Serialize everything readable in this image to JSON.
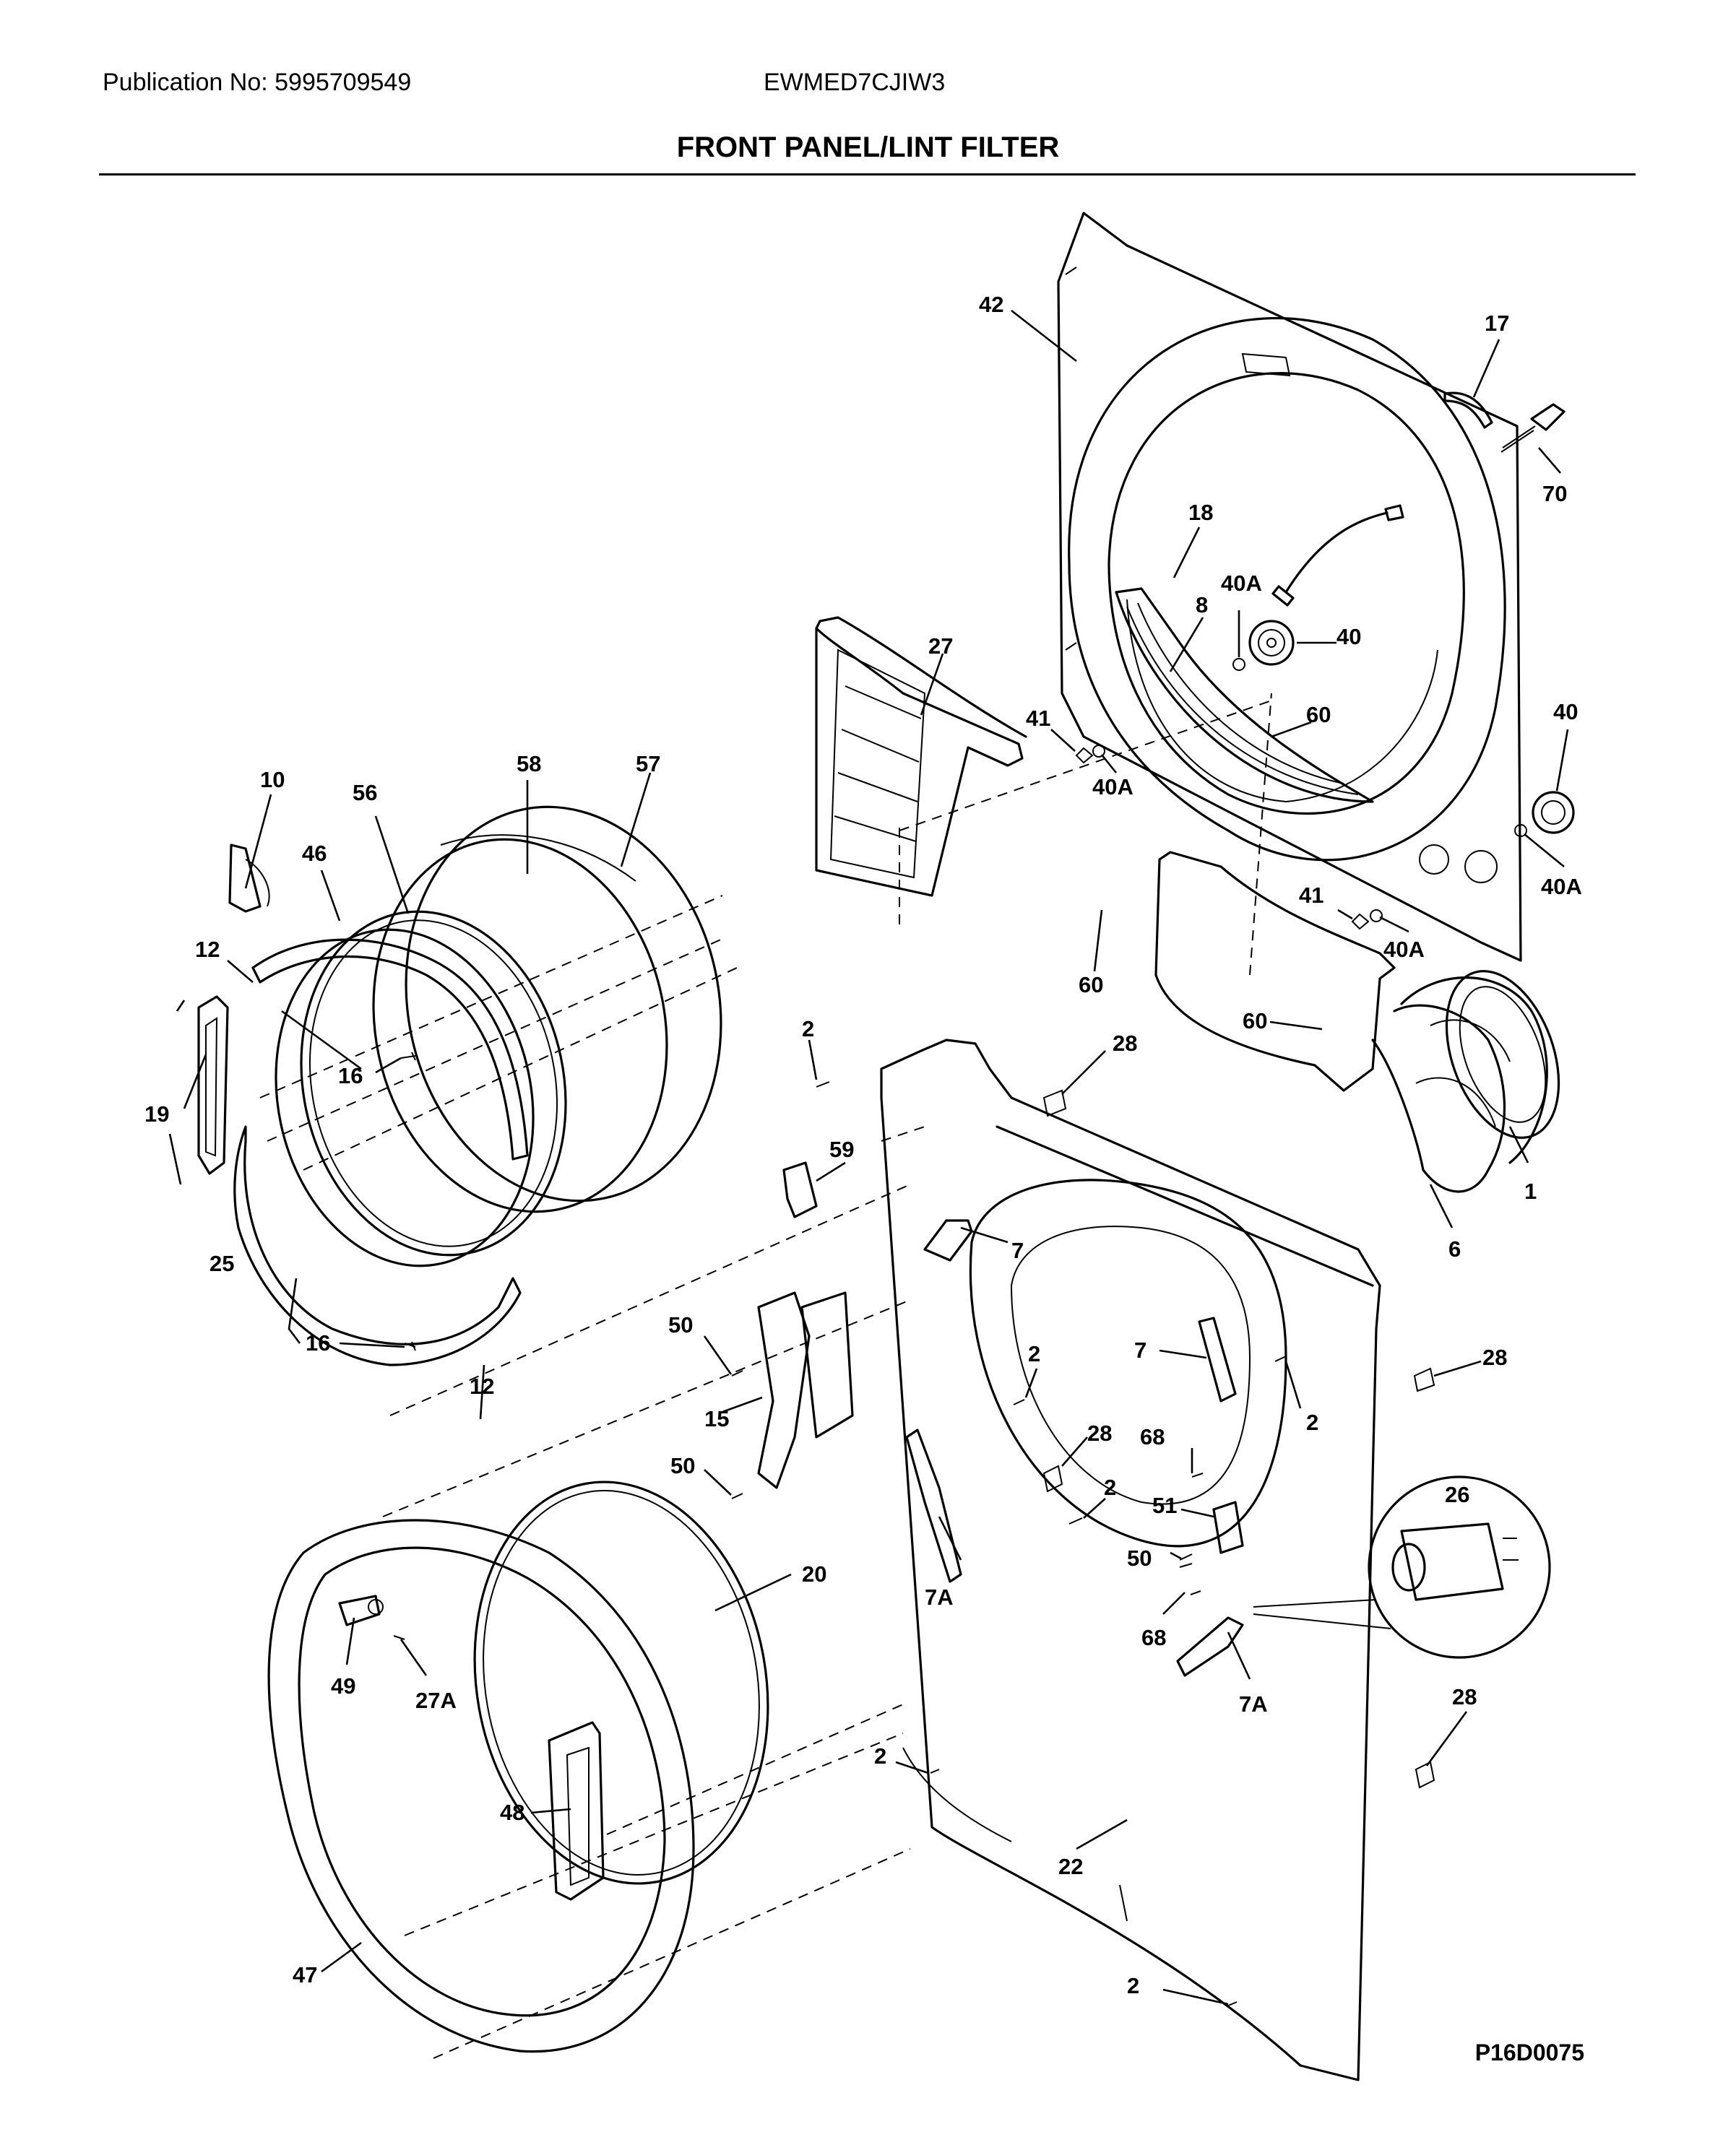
{
  "header": {
    "publication": "Publication No: 5995709549",
    "model": "EWMED7CJIW3"
  },
  "title": "FRONT PANEL/LINT FILTER",
  "footer": {
    "code": "P16D0075"
  },
  "labels": [
    {
      "id": "l42",
      "text": "42"
    },
    {
      "id": "l17",
      "text": "17"
    },
    {
      "id": "l70",
      "text": "70"
    },
    {
      "id": "l18",
      "text": "18"
    },
    {
      "id": "l40A_1",
      "text": "40A"
    },
    {
      "id": "l8",
      "text": "8"
    },
    {
      "id": "l40_1",
      "text": "40"
    },
    {
      "id": "l27",
      "text": "27"
    },
    {
      "id": "l41_1",
      "text": "41"
    },
    {
      "id": "l40A_2",
      "text": "40A"
    },
    {
      "id": "l60_1",
      "text": "60"
    },
    {
      "id": "l40_2",
      "text": "40"
    },
    {
      "id": "l40A_3",
      "text": "40A"
    },
    {
      "id": "l41_2",
      "text": "41"
    },
    {
      "id": "l40A_4",
      "text": "40A"
    },
    {
      "id": "l60_2",
      "text": "60"
    },
    {
      "id": "l60_3",
      "text": "60"
    },
    {
      "id": "l10",
      "text": "10"
    },
    {
      "id": "l58",
      "text": "58"
    },
    {
      "id": "l57",
      "text": "57"
    },
    {
      "id": "l56",
      "text": "56"
    },
    {
      "id": "l46",
      "text": "46"
    },
    {
      "id": "l12_1",
      "text": "12"
    },
    {
      "id": "l16_1",
      "text": "16"
    },
    {
      "id": "l19",
      "text": "19"
    },
    {
      "id": "l25",
      "text": "25"
    },
    {
      "id": "l16_2",
      "text": "16"
    },
    {
      "id": "l12_2",
      "text": "12"
    },
    {
      "id": "l2_1",
      "text": "2"
    },
    {
      "id": "l28_1",
      "text": "28"
    },
    {
      "id": "l59",
      "text": "59"
    },
    {
      "id": "l1",
      "text": "1"
    },
    {
      "id": "l6",
      "text": "6"
    },
    {
      "id": "l7_1",
      "text": "7"
    },
    {
      "id": "l50_1",
      "text": "50"
    },
    {
      "id": "l15",
      "text": "15"
    },
    {
      "id": "l50_2",
      "text": "50"
    },
    {
      "id": "l2_2",
      "text": "2"
    },
    {
      "id": "l7_2",
      "text": "7"
    },
    {
      "id": "l2_3",
      "text": "2"
    },
    {
      "id": "l28_2",
      "text": "28"
    },
    {
      "id": "l28_3",
      "text": "28"
    },
    {
      "id": "l68_1",
      "text": "68"
    },
    {
      "id": "l2_4",
      "text": "2"
    },
    {
      "id": "l51",
      "text": "51"
    },
    {
      "id": "l50_3",
      "text": "50"
    },
    {
      "id": "l26",
      "text": "26"
    },
    {
      "id": "l7A_1",
      "text": "7A"
    },
    {
      "id": "l68_2",
      "text": "68"
    },
    {
      "id": "l7A_2",
      "text": "7A"
    },
    {
      "id": "l20",
      "text": "20"
    },
    {
      "id": "l49",
      "text": "49"
    },
    {
      "id": "l27A",
      "text": "27A"
    },
    {
      "id": "l28_4",
      "text": "28"
    },
    {
      "id": "l2_5",
      "text": "2"
    },
    {
      "id": "l48",
      "text": "48"
    },
    {
      "id": "l22",
      "text": "22"
    },
    {
      "id": "l2_6",
      "text": "2"
    },
    {
      "id": "l47",
      "text": "47"
    }
  ]
}
